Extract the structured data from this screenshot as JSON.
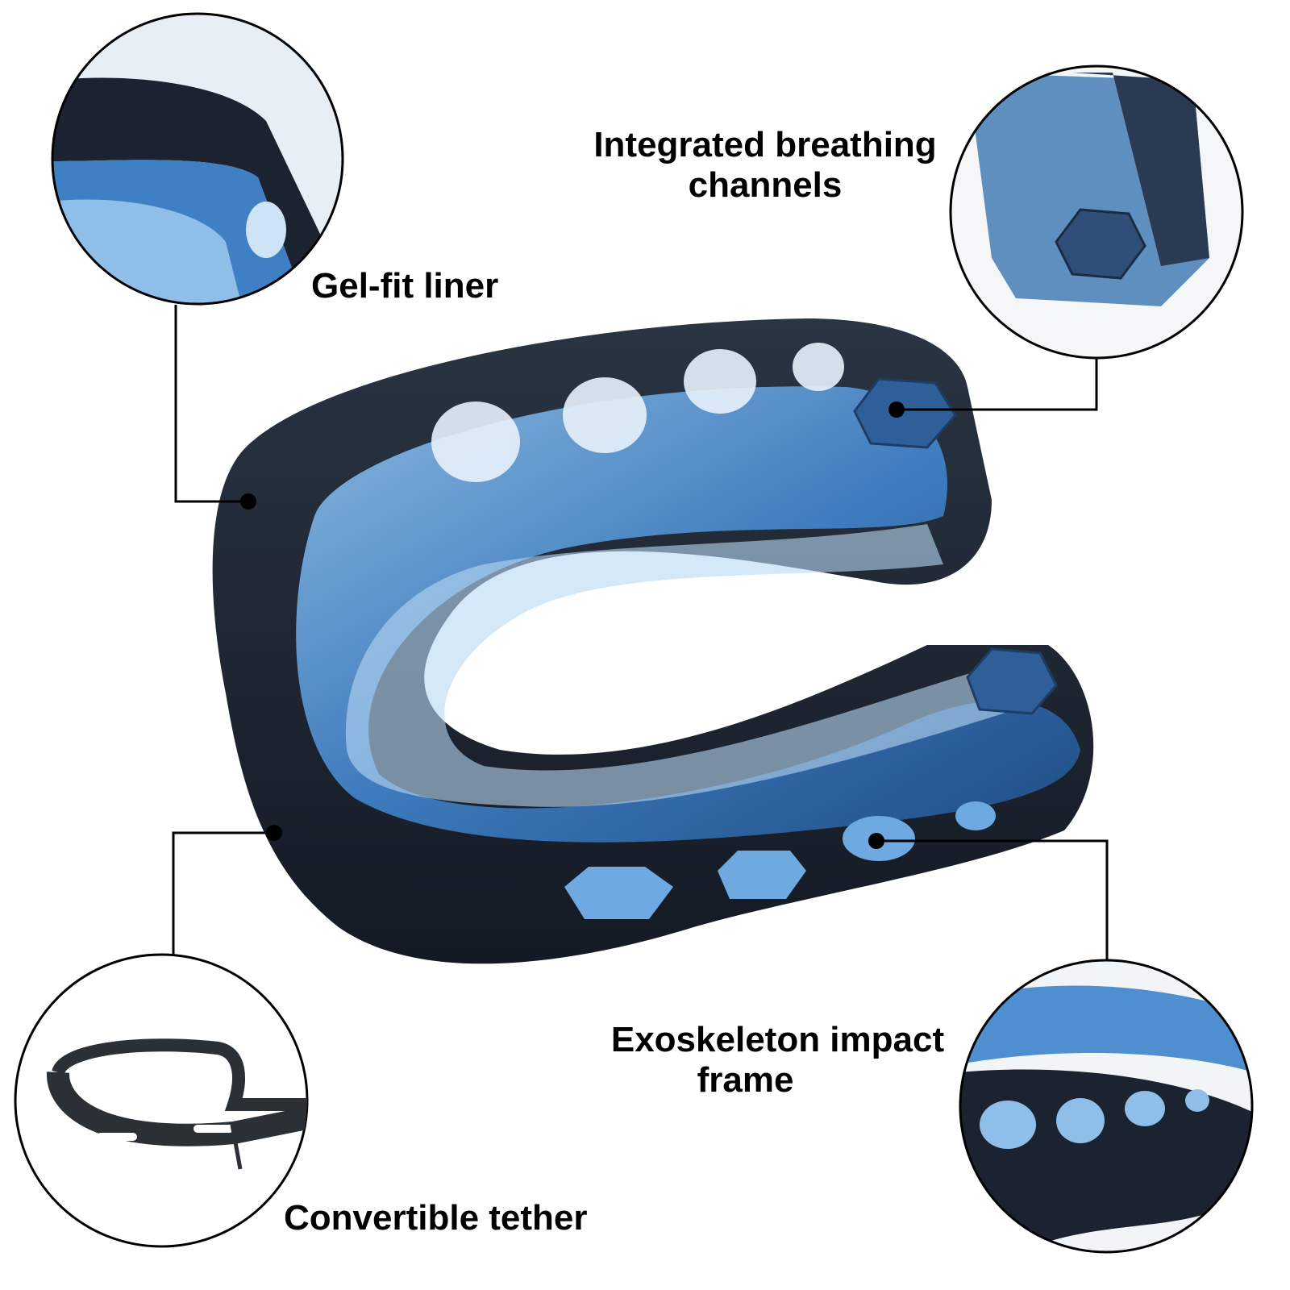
{
  "callouts": [
    {
      "label": "Gel-fit liner"
    },
    {
      "label_line1": "Integrated breathing",
      "label_line2": "channels"
    },
    {
      "label": "Convertible tether"
    },
    {
      "label_line1": "Exoskeleton impact",
      "label_line2": "frame"
    }
  ],
  "colors": {
    "dark": "#1c2330",
    "blue": "#4f8fd0",
    "light_blue": "#a9cdf0",
    "line": "#000000"
  }
}
